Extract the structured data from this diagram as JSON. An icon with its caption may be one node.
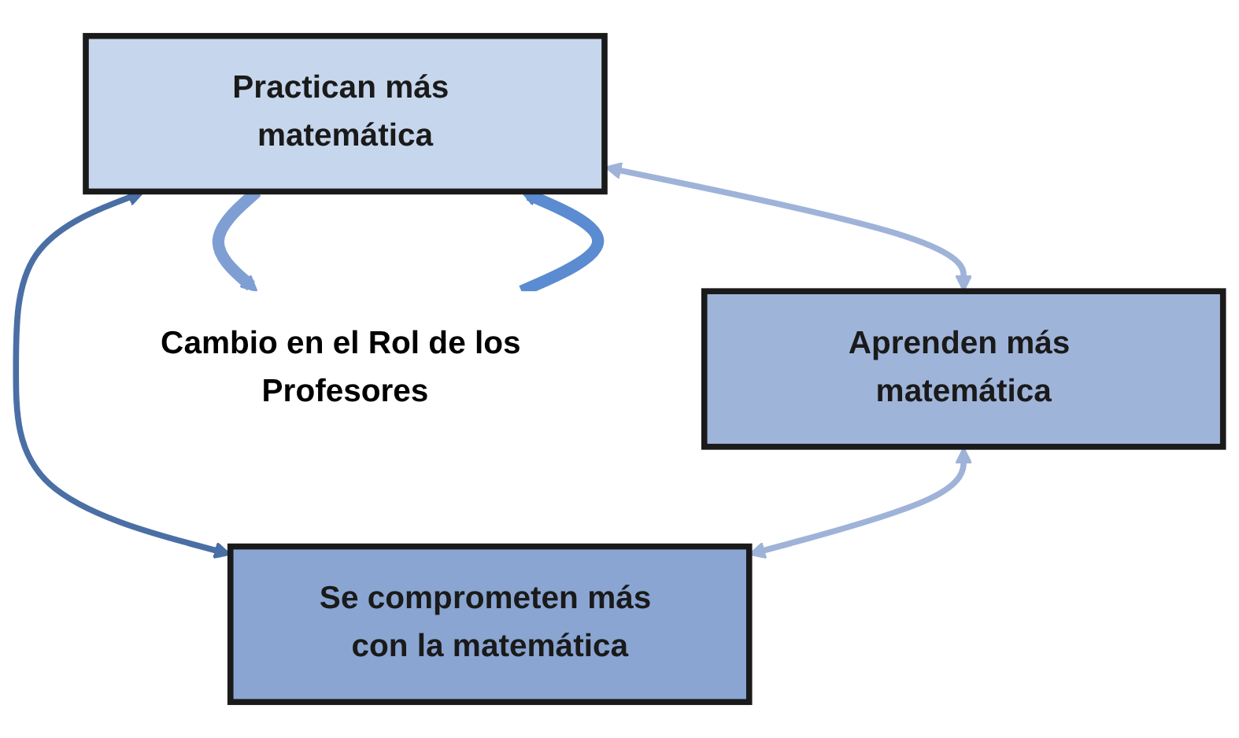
{
  "diagram": {
    "nodes": [
      {
        "text": [
          "Practican más matemática"
        ]
      },
      {
        "text": [
          "Aprenden más matemática"
        ]
      },
      {
        "text": [
          "Se comprometen más con la matemática"
        ]
      },
      {
        "text": [
          "Cambio en el Rol de los Profesores"
        ]
      }
    ],
    "edges": [
      {
        "from": 0,
        "to": 1,
        "arrow": "both",
        "color": "#9fb3d9"
      },
      {
        "from": 0,
        "to": 2,
        "arrow": "both",
        "color": "#4a6fa5"
      },
      {
        "from": 1,
        "to": 2,
        "arrow": "both",
        "color": "#9fb3d9"
      },
      {
        "from": 3,
        "to": 0,
        "arrow": "to",
        "style": "thick",
        "color": "#5b8bd0"
      },
      {
        "from": 0,
        "to": 3,
        "arrow": "to",
        "style": "thick",
        "color": "#7f9fd4"
      }
    ]
  }
}
